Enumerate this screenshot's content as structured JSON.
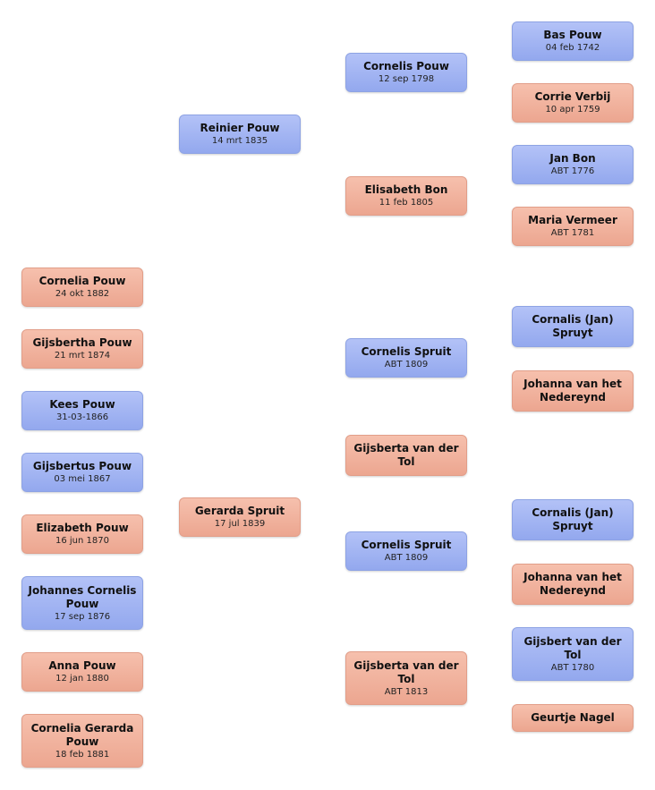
{
  "people": {
    "cornelia_pouw": {
      "name": "Cornelia Pouw",
      "date": "24 okt 1882"
    },
    "gijsbertha_pouw": {
      "name": "Gijsbertha Pouw",
      "date": "21 mrt 1874"
    },
    "kees_pouw": {
      "name": "Kees Pouw",
      "date": "31-03-1866"
    },
    "gijsbertus_pouw": {
      "name": "Gijsbertus Pouw",
      "date": "03 mei 1867"
    },
    "elizabeth_pouw": {
      "name": "Elizabeth Pouw",
      "date": "16 jun 1870"
    },
    "johannes_cornelis_pouw": {
      "name": "Johannes Cornelis Pouw",
      "date": "17 sep 1876"
    },
    "anna_pouw": {
      "name": "Anna Pouw",
      "date": "12 jan 1880"
    },
    "cornelia_gerarda_pouw": {
      "name": "Cornelia Gerarda Pouw",
      "date": "18 feb 1881"
    },
    "reinier_pouw": {
      "name": "Reinier Pouw",
      "date": "14 mrt 1835"
    },
    "gerarda_spruit": {
      "name": "Gerarda Spruit",
      "date": "17 jul 1839"
    },
    "cornelis_pouw": {
      "name": "Cornelis Pouw",
      "date": "12 sep 1798"
    },
    "elisabeth_bon": {
      "name": "Elisabeth Bon",
      "date": "11 feb 1805"
    },
    "cornelis_spruit_1": {
      "name": "Cornelis Spruit",
      "date": "ABT 1809"
    },
    "gijsberta_van_der_tol_1": {
      "name": "Gijsberta van der Tol",
      "date": ""
    },
    "cornelis_spruit_2": {
      "name": "Cornelis Spruit",
      "date": "ABT 1809"
    },
    "gijsberta_van_der_tol_2": {
      "name": "Gijsberta van der Tol",
      "date": "ABT 1813"
    },
    "bas_pouw": {
      "name": "Bas Pouw",
      "date": "04 feb 1742"
    },
    "corrie_verbij": {
      "name": "Corrie Verbij",
      "date": "10 apr 1759"
    },
    "jan_bon": {
      "name": "Jan Bon",
      "date": "ABT 1776"
    },
    "maria_vermeer": {
      "name": "Maria Vermeer",
      "date": "ABT 1781"
    },
    "cornalis_jan_spruyt_1": {
      "name": "Cornalis (Jan) Spruyt",
      "date": ""
    },
    "johanna_van_het_nedereynd_1": {
      "name": "Johanna van het Nedereynd",
      "date": ""
    },
    "cornalis_jan_spruyt_2": {
      "name": "Cornalis (Jan) Spruyt",
      "date": ""
    },
    "johanna_van_het_nedereynd_2": {
      "name": "Johanna van het Nedereynd",
      "date": ""
    },
    "gijsbert_van_der_tol": {
      "name": "Gijsbert van der Tol",
      "date": "ABT 1780"
    },
    "geurtje_nagel": {
      "name": "Geurtje Nagel",
      "date": ""
    }
  },
  "colors": {
    "male": "#a6b8f3",
    "female": "#f0b29c"
  }
}
